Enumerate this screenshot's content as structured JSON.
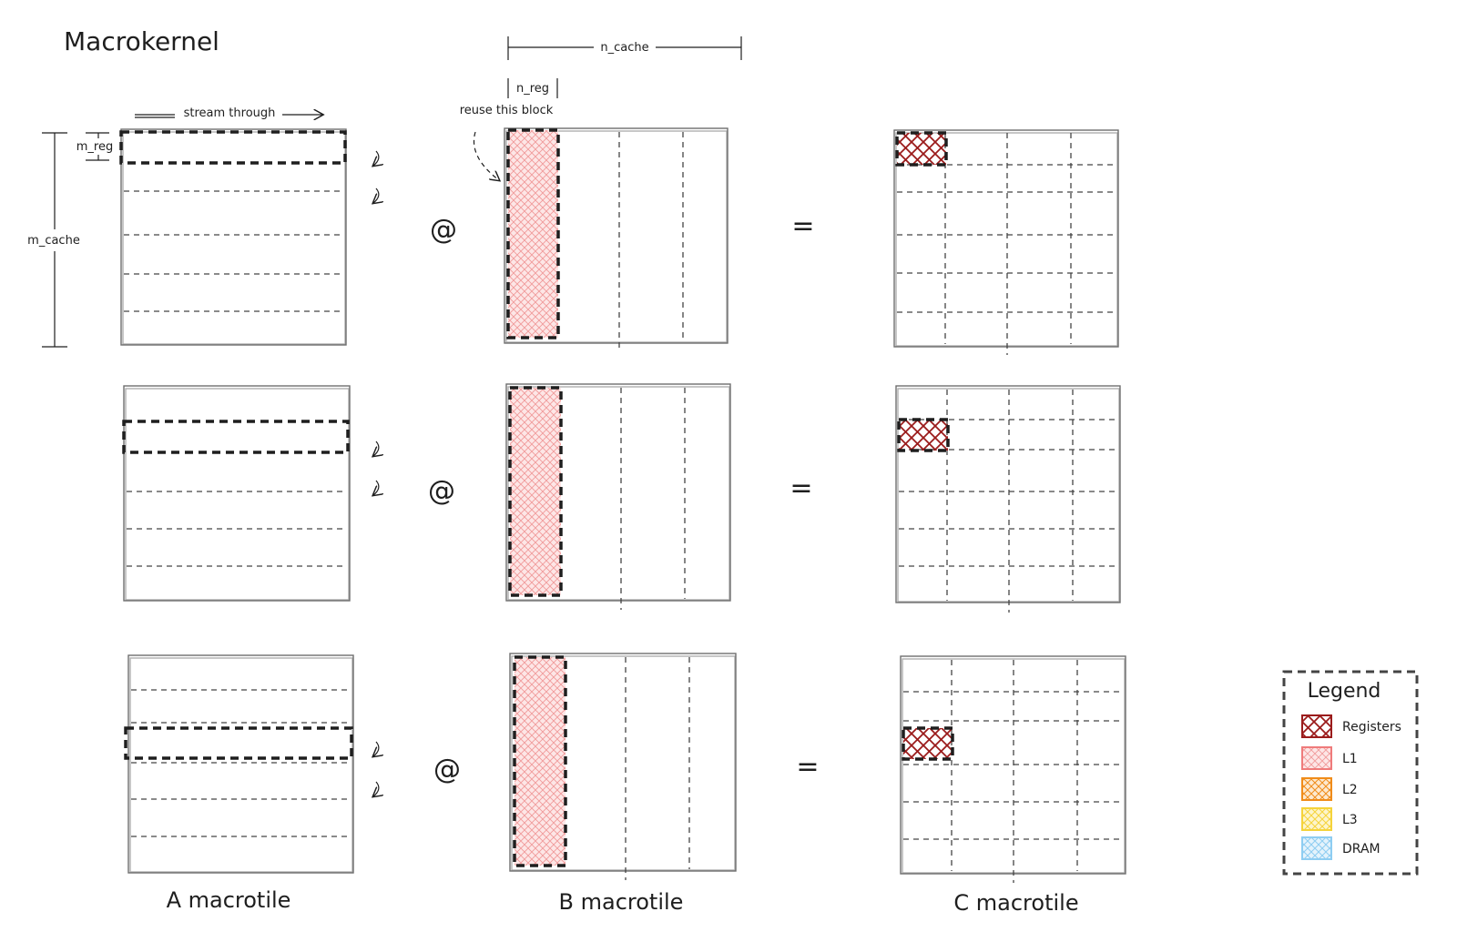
{
  "title": "Macrokernel",
  "dims": {
    "n_cache": "n_cache",
    "n_reg": "n_reg",
    "m_reg": "m_reg",
    "m_cache": "m_cache",
    "stream_through": "stream through",
    "reuse_block": "reuse this block"
  },
  "operators": {
    "matmul": "@",
    "equals": "="
  },
  "captions": [
    "A macrotile",
    "B macrotile",
    "C macrotile"
  ],
  "legend": {
    "title": "Legend",
    "items": [
      {
        "label": "Registers",
        "color": "#9b1c1c"
      },
      {
        "label": "L1",
        "color": "#ef7b7b"
      },
      {
        "label": "L2",
        "color": "#f08c1a"
      },
      {
        "label": "L3",
        "color": "#f5d33b"
      },
      {
        "label": "DRAM",
        "color": "#8ecdf2"
      }
    ]
  },
  "colors": {
    "registers": "#9b1c1c",
    "l1": "#f5a5a5",
    "l1_fill": "#fde3e3"
  }
}
